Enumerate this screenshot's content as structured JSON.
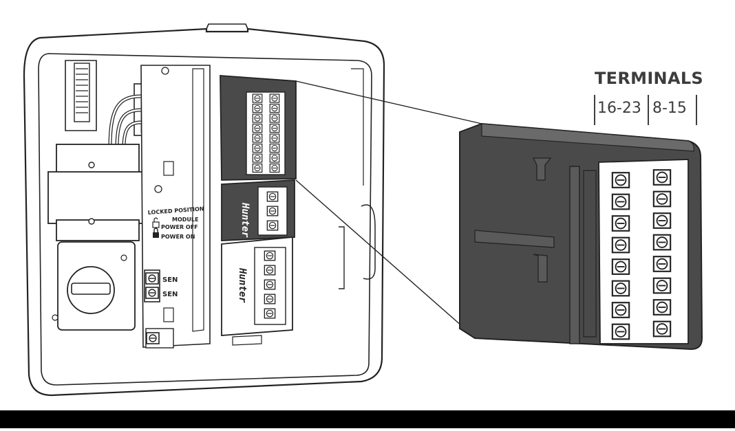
{
  "callout": {
    "title": "TERMINALS",
    "range_left": "16-23",
    "range_right": "8-15"
  },
  "device_labels": {
    "locked_position": "LOCKED POSITION",
    "module": "MODULE",
    "power_off": "POWER OFF",
    "power_on": "POWER ON",
    "sensor_1": "SEN",
    "sensor_2": "SEN",
    "brand_1": "Hunter",
    "brand_2": "Hunter"
  },
  "colors": {
    "module_dark": "#4a4a4a",
    "line": "#222222",
    "text": "#3d3d3d"
  },
  "icons": [
    "padlock-icon",
    "screw-terminal-icon"
  ]
}
